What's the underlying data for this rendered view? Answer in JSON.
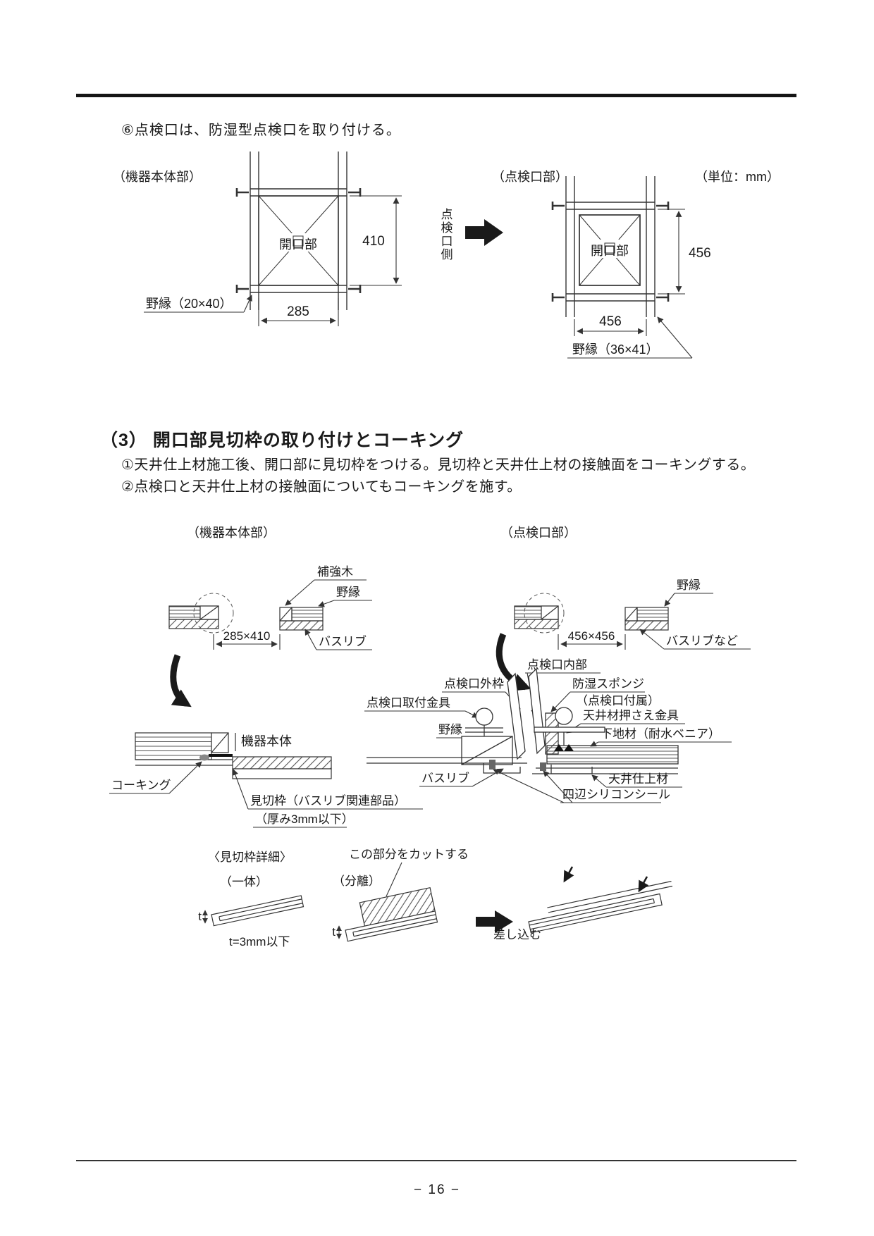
{
  "page": {
    "intro_note": "⑥点検口は、防湿型点検口を取り付ける。",
    "page_number": "− 16 −"
  },
  "top_diagram": {
    "machine_title": "（機器本体部）",
    "port_title": "（点検口部）",
    "unit_note": "（単位：mm）",
    "direction_label": "点検口側",
    "machine": {
      "opening_label": "開口部",
      "height": "410",
      "width": "285",
      "batten": "野縁（20×40）"
    },
    "port": {
      "opening_label": "開口部",
      "height": "456",
      "width": "456",
      "batten": "野縁（36×41）"
    }
  },
  "section": {
    "number": "（3）",
    "title": "開口部見切枠の取り付けとコーキング",
    "step1": "①天井仕上材施工後、開口部に見切枠をつける。見切枠と天井仕上材の接触面をコーキングする。",
    "step2": "②点検口と天井仕上材の接触面についてもコーキングを施す。"
  },
  "lower_diagram": {
    "machine_title": "（機器本体部）",
    "port_title": "（点検口部）",
    "machine": {
      "reinforcement": "補強木",
      "batten": "野縁",
      "dimension": "285×410",
      "bathlip": "バスリブ",
      "body": "機器本体",
      "caulking": "コーキング",
      "frame_note1": "見切枠（バスリブ関連部品）",
      "frame_note2": "（厚み3mm以下）"
    },
    "port": {
      "batten_top": "野縁",
      "dimension": "456×456",
      "bathlip_etc": "バスリブなど",
      "inner_frame": "点検口内部",
      "outer_frame": "点検口外枠",
      "sponge1": "防湿スポンジ",
      "sponge2": "（点検口付属）",
      "mount_bracket": "点検口取付金具",
      "holder_bracket": "天井材押さえ金具",
      "base_material": "下地材（耐水ベニア）",
      "batten": "野縁",
      "bathlip": "バスリブ",
      "ceiling_finish": "天井仕上材",
      "silicone_seal": "四辺シリコンシール"
    },
    "detail": {
      "title": "〈見切枠詳細〉",
      "united": "（一体）",
      "separated": "（分離）",
      "cut_note": "この部分をカットする",
      "t1": "t",
      "t2": "t",
      "thickness_note": "t=3mm以下",
      "insert_note": "差し込む"
    }
  }
}
